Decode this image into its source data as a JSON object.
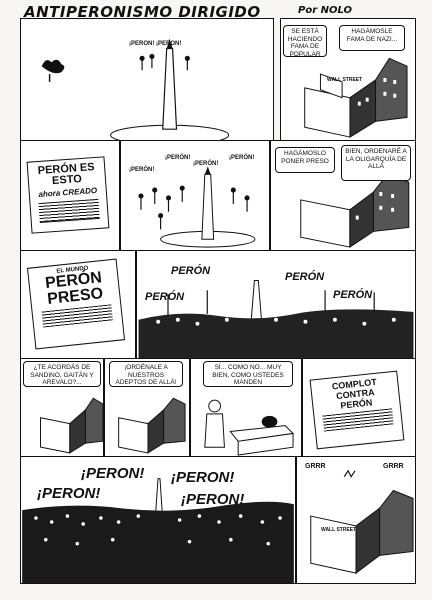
{
  "header": {
    "title": "ANTIPERONISMO DIRIGIDO",
    "author": "Por NOLO"
  },
  "panel1": {
    "chant": "¡PERON! ¡PERON!"
  },
  "panel2": {
    "bubble_left": "SE ESTÁ HACIENDO FAMA DE POPULAR",
    "bubble_right": "HAGÁMOSLE FAMA DE NAZI...",
    "sign": "WALL STREET"
  },
  "panel3": {
    "headline": "PERÓN ES ESTO",
    "sub": "ahora CREADO"
  },
  "panel4": {
    "chant_a": "¡PERÓN!",
    "chant_b": "¡PERÓN!",
    "chant_c": "¡PERÓN!",
    "chant_d": "¡PERÓN!"
  },
  "panel5": {
    "bubble_left": "HAGÁMOSLO PONER PRESO",
    "bubble_right": "BIEN, ORDENARÉ A LA OLIGARQUÍA DE ALLÁ"
  },
  "panel6": {
    "paper_top": "EL MUNDO",
    "headline_a": "PERÓN",
    "headline_b": "PRESO"
  },
  "panel7": {
    "chant_a": "PERÓN",
    "chant_b": "PERÓN",
    "chant_c": "PERÓN",
    "chant_d": "PERÓN"
  },
  "panel8": {
    "bubble": "¿TE ACORDÁS DE SANDINO, GAITÁN Y AREVALO?..."
  },
  "panel9": {
    "bubble": "¡ORDÉNALE A NUESTROS ADEPTOS DE ALLÁ!"
  },
  "panel10": {
    "bubble": "SÍ... COMO NO... MUY BIEN, COMO USTEDES MANDEN"
  },
  "panel11": {
    "headline_a": "COMPLOT",
    "headline_b": "CONTRA",
    "headline_c": "PERÓN"
  },
  "panel12": {
    "chant_a": "¡PERON!",
    "chant_b": "¡PERON!",
    "chant_c": "¡PERON!",
    "chant_d": "¡PERON!"
  },
  "panel13": {
    "sound": "GRRR",
    "sound2": "GRRR",
    "sign": "WALL STREET"
  }
}
